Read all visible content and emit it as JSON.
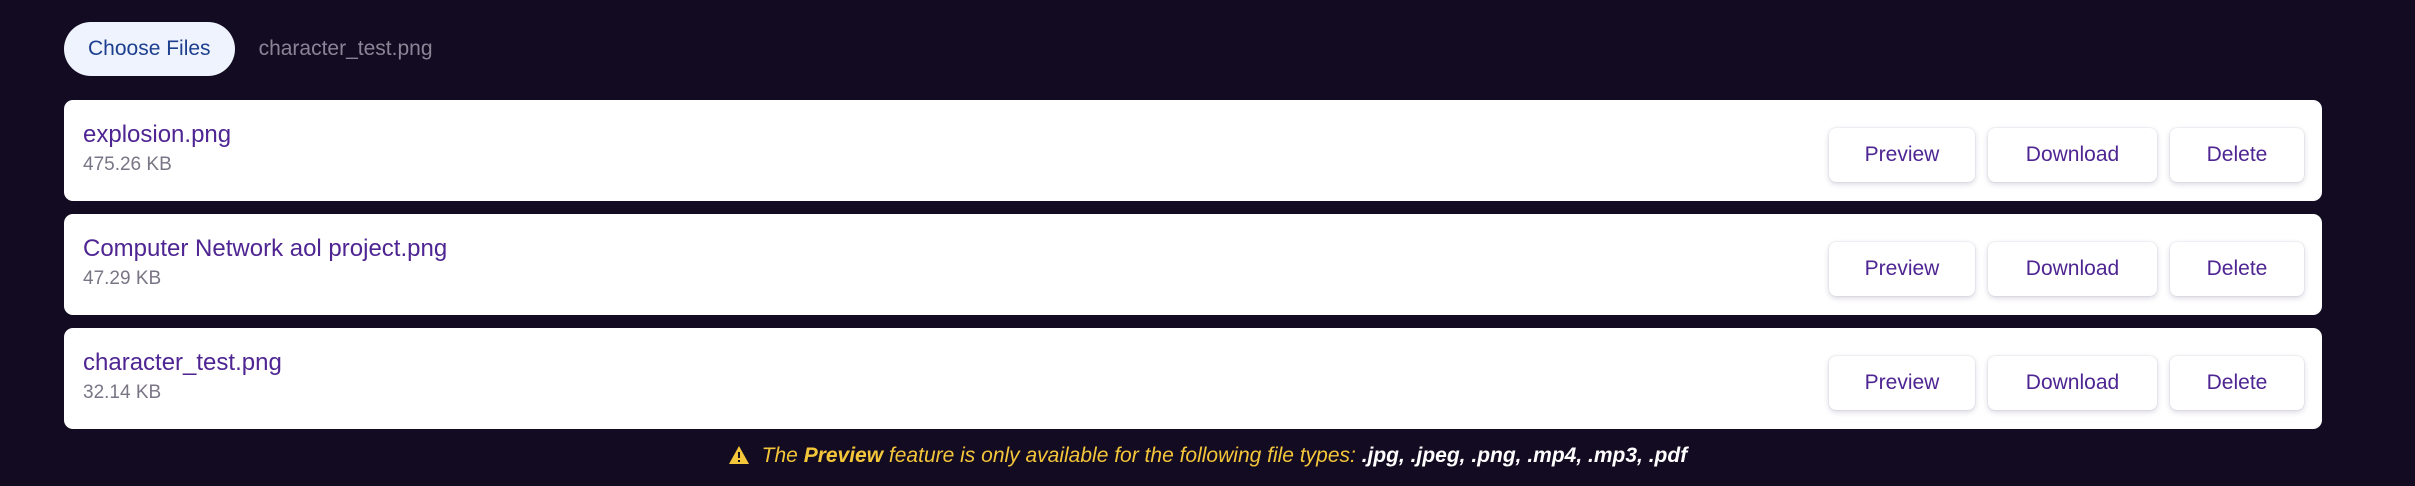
{
  "file_picker": {
    "choose_label": "Choose Files",
    "chosen_file": "character_test.png"
  },
  "files": [
    {
      "name": "explosion.png",
      "size": "475.26 KB",
      "preview_label": "Preview",
      "download_label": "Download",
      "delete_label": "Delete"
    },
    {
      "name": "Computer Network aol project.png",
      "size": "47.29 KB",
      "preview_label": "Preview",
      "download_label": "Download",
      "delete_label": "Delete"
    },
    {
      "name": "character_test.png",
      "size": "32.14 KB",
      "preview_label": "Preview",
      "download_label": "Download",
      "delete_label": "Delete"
    }
  ],
  "notice": {
    "icon": "warning-icon",
    "prefix": "The",
    "emphasis": "Preview",
    "middle": "feature is only available for the following file types:",
    "types": ".jpg, .jpeg, .png, .mp4, .mp3, .pdf"
  },
  "colors": {
    "background": "#130b21",
    "accent": "#4e2592",
    "warning": "#f4c63a"
  }
}
